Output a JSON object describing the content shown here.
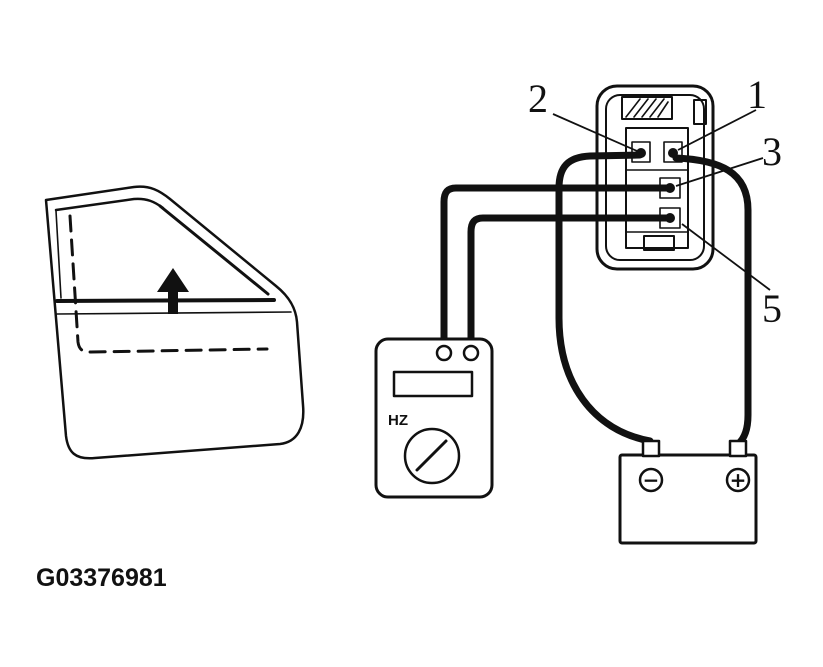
{
  "figure": {
    "code": "G03376981",
    "connector": {
      "callouts": {
        "pin1": "1",
        "pin2": "2",
        "pin3": "3",
        "pin5": "5"
      }
    },
    "meter": {
      "mode_label": "HZ"
    },
    "battery": {
      "negative_symbol": "−",
      "positive_symbol": "+"
    },
    "icons": {
      "window_direction_arrow": "▲",
      "battery_negative": "⊖",
      "battery_positive": "⊕",
      "meter_dial": "◯"
    },
    "colors": {
      "line": "#111111",
      "background": "#ffffff"
    }
  }
}
